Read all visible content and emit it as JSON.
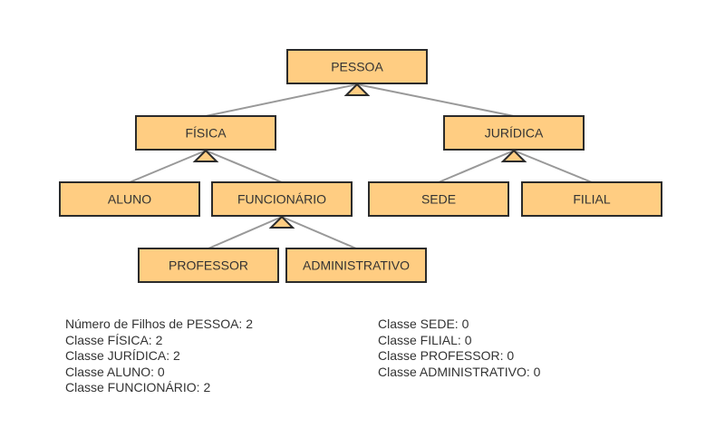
{
  "diagram": {
    "nodes": [
      {
        "id": "pessoa",
        "label": "PESSOA"
      },
      {
        "id": "fisica",
        "label": "FÍSICA"
      },
      {
        "id": "juridica",
        "label": "JURÍDICA"
      },
      {
        "id": "aluno",
        "label": "ALUNO"
      },
      {
        "id": "funcionario",
        "label": "FUNCIONÁRIO"
      },
      {
        "id": "sede",
        "label": "SEDE"
      },
      {
        "id": "filial",
        "label": "FILIAL"
      },
      {
        "id": "professor",
        "label": "PROFESSOR"
      },
      {
        "id": "administrativo",
        "label": "ADMINISTRATIVO"
      }
    ],
    "edges": [
      {
        "from": "pessoa",
        "to": "fisica"
      },
      {
        "from": "pessoa",
        "to": "juridica"
      },
      {
        "from": "fisica",
        "to": "aluno"
      },
      {
        "from": "fisica",
        "to": "funcionario"
      },
      {
        "from": "juridica",
        "to": "sede"
      },
      {
        "from": "juridica",
        "to": "filial"
      },
      {
        "from": "funcionario",
        "to": "professor"
      },
      {
        "from": "funcionario",
        "to": "administrativo"
      }
    ],
    "colors": {
      "box_fill": "#FFCD82",
      "box_stroke": "#2B2B2B",
      "edge": "#999999",
      "text": "#333333"
    }
  },
  "info": {
    "left": [
      "Número de Filhos de PESSOA: 2",
      "Classe FÍSICA: 2",
      "Classe JURÍDICA: 2",
      "Classe ALUNO: 0",
      "Classe FUNCIONÁRIO: 2"
    ],
    "right": [
      "Classe SEDE: 0",
      "Classe FILIAL: 0",
      "Classe PROFESSOR: 0",
      "Classe ADMINISTRATIVO: 0"
    ]
  }
}
